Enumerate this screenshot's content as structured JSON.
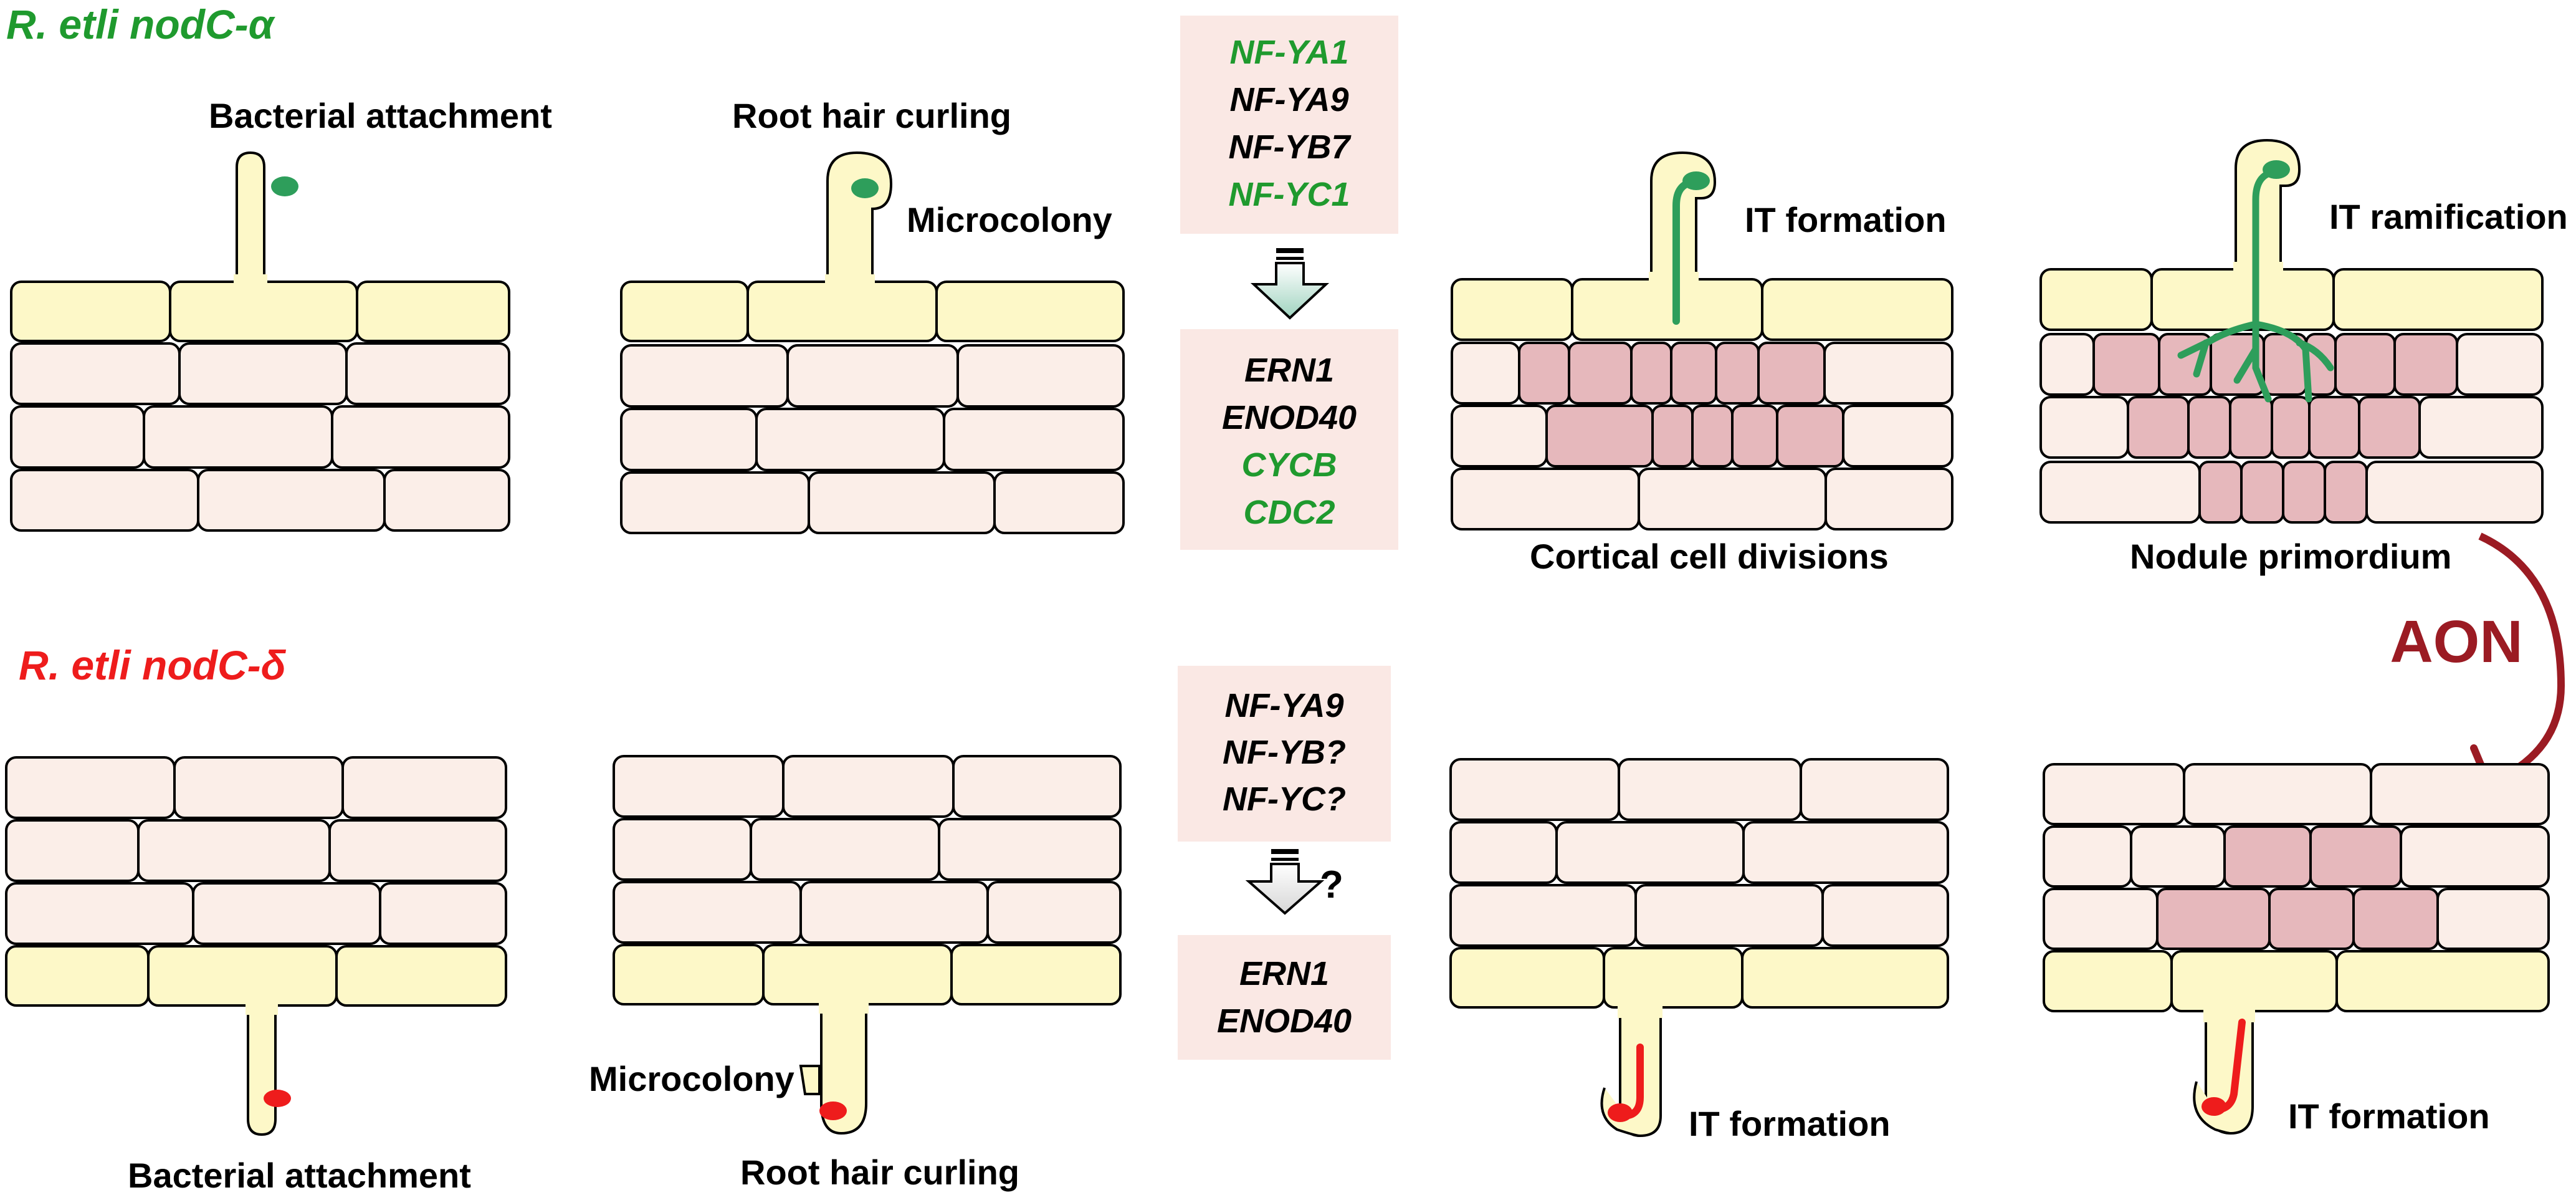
{
  "strains": {
    "alpha": {
      "prefix": "R. etli nodC-",
      "suffix": "α",
      "color": "#1f9a2e"
    },
    "delta": {
      "prefix": "R. etli nodC-",
      "suffix": "δ",
      "color": "#ee1c1c"
    }
  },
  "labels": {
    "top_bacterial_attachment": "Bacterial attachment",
    "top_root_hair_curling": "Root hair curling",
    "top_microcolony": "Microcolony",
    "top_it_formation": "IT formation",
    "top_it_ramification": "IT ramification",
    "cortical_cell_divisions": "Cortical cell divisions",
    "nodule_primordium": "Nodule primordium",
    "bottom_bacterial_attachment": "Bacterial attachment",
    "bottom_root_hair_curling": "Root hair curling",
    "bottom_microcolony": "Microcolony",
    "bottom_it_formation_1": "IT formation",
    "bottom_it_formation_2": "IT formation",
    "question_mark": "?",
    "aon": "AON"
  },
  "gene_boxes": {
    "top_upstream": [
      {
        "name": "NF-YA1",
        "color": "#1f9a2e"
      },
      {
        "name": "NF-YA9",
        "color": "#000000"
      },
      {
        "name": "NF-YB7",
        "color": "#000000"
      },
      {
        "name": "NF-YC1",
        "color": "#1f9a2e"
      }
    ],
    "top_downstream": [
      {
        "name": "ERN1",
        "color": "#000000"
      },
      {
        "name": "ENOD40",
        "color": "#000000"
      },
      {
        "name": "CYCB",
        "color": "#1f9a2e"
      },
      {
        "name": "CDC2",
        "color": "#1f9a2e"
      }
    ],
    "bottom_upstream": [
      {
        "name": "NF-YA9",
        "color": "#000000"
      },
      {
        "name": "NF-YB?",
        "color": "#000000"
      },
      {
        "name": "NF-YC?",
        "color": "#000000"
      }
    ],
    "bottom_downstream": [
      {
        "name": "ERN1",
        "color": "#000000"
      },
      {
        "name": "ENOD40",
        "color": "#000000"
      }
    ]
  },
  "colors": {
    "epidermis_cell": "#fdf8c8",
    "cortex_cell": "#fbeee8",
    "dividing_cell": "#e6b8bc",
    "gene_box": "#fae8e4",
    "alpha_bacteria": "#2e9e5b",
    "delta_bacteria": "#ee1c1c",
    "aon_arrow": "#9b1b23",
    "top_arrow": "#a9d8c6",
    "bottom_arrow": "#e6e6e6"
  }
}
